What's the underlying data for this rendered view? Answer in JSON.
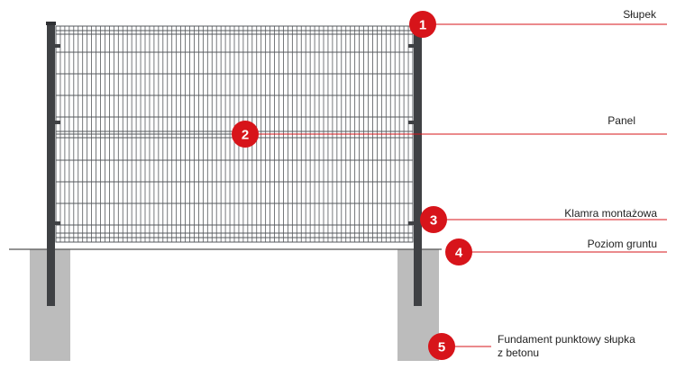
{
  "colors": {
    "accent": "#d7141a",
    "post": "#3f4144",
    "mesh": "#55585c",
    "concrete": "#bcbcbc",
    "ground_line": "#555555"
  },
  "callouts": [
    {
      "number": "1",
      "label": "Słupek"
    },
    {
      "number": "2",
      "label": "Panel"
    },
    {
      "number": "3",
      "label": "Klamra montażowa"
    },
    {
      "number": "4",
      "label": "Poziom gruntu"
    },
    {
      "number": "5",
      "label": "Fundament punktowy słupka",
      "label_line2": "z betonu"
    }
  ]
}
